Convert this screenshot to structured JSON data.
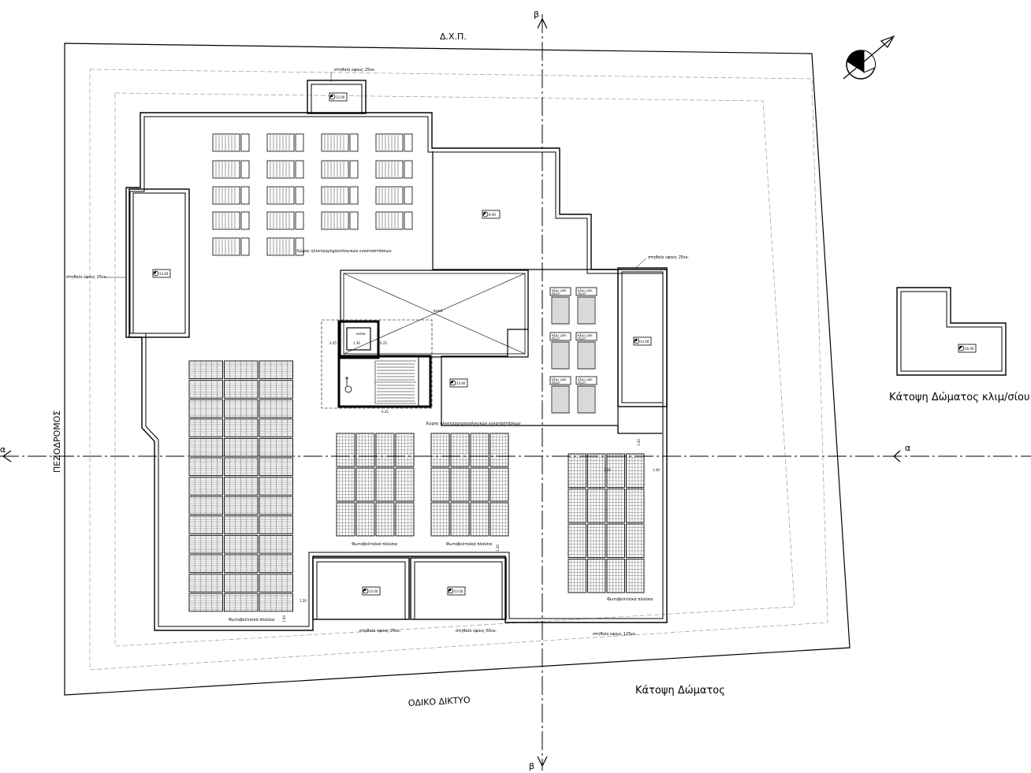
{
  "labels": {
    "dxp": "Δ.Χ.Π.",
    "odiko_diktyo": "ΟΔΙΚΟ ΔΙΚΤΥΟ",
    "pezodromos": "ΠΕΖΟΔΡΟΜΟΣ",
    "katopsi_domatos": "Κάτοψη Δώματος",
    "katopsi_klimsiou": "Κάτοψη Δώματος κλιμ/σίου",
    "section_beta": "β",
    "section_alpha": "α",
    "xoros_hm_1": "Χώρος ηλεκτρομηχανολογικών εγκαταστάσεων",
    "xoros_hm_2": "Χώρος ηλεκτρομηχανολογικών εγκαταστάσεων",
    "keno": "κενό",
    "anelk": "ανελκ.",
    "pv_1": "Φωτοβολταϊκά πλαίσια",
    "pv_2": "Φωτοβολταϊκά πλαίσια",
    "pv_3": "Φωτοβολταϊκά πλαίσια",
    "pv_4": "Φωτοβολταϊκά πλαίσια",
    "parapet_top": "στηθαίο ύψους 25εκ.",
    "parapet_left": "στηθαίο ύψους 25εκ.",
    "parapet_right": "στηθαίο ύψους 25εκ.",
    "parapet_b1": "στηθαίο ύψους 25εκ.",
    "parapet_b2": "στηθαίο ύψους 65εκ.",
    "parapet_b3": "στηθαίο ύψους 125εκ.",
    "level_1300": "13.00",
    "level_900": "9.00",
    "level_1600": "16.00",
    "dim_025": "0.25",
    "dim_130": "1.30",
    "dim_120": "1.20",
    "dim_100": "1.00",
    "unit_klim": "κλιμ.",
    "unit_mon": "μον.",
    "unit_ext": "εξωτ.",
    "unit_int": "εσωτ."
  },
  "colors": {
    "line": "#000000",
    "guide": "#9a9a9a",
    "background": "#ffffff"
  },
  "icons": [
    "north-arrow-icon",
    "level-marker-icon",
    "section-marker-icon",
    "wheelchair-icon"
  ]
}
